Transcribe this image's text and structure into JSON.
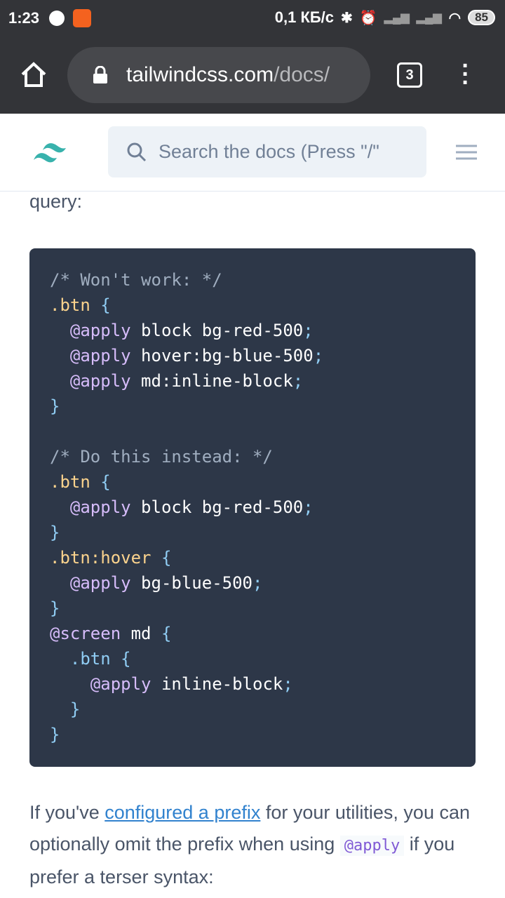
{
  "status_bar": {
    "time": "1:23",
    "network_speed": "0,1 КБ/с",
    "battery": "85"
  },
  "browser": {
    "url_host": "tailwindcss.com",
    "url_path": "/docs/",
    "tab_count": "3"
  },
  "header": {
    "search_placeholder": "Search the docs (Press \"/\""
  },
  "content": {
    "fragment": "query:",
    "code_lines": [
      [
        {
          "t": "/* Won't work: */",
          "c": "comment"
        }
      ],
      [
        {
          "t": ".btn ",
          "c": "sel"
        },
        {
          "t": "{",
          "c": "brace"
        }
      ],
      [
        {
          "t": "  @apply",
          "c": "at"
        },
        {
          "t": " block bg-red-500",
          "c": "val"
        },
        {
          "t": ";",
          "c": "punc"
        }
      ],
      [
        {
          "t": "  @apply",
          "c": "at"
        },
        {
          "t": " hover:bg-blue-500",
          "c": "val"
        },
        {
          "t": ";",
          "c": "punc"
        }
      ],
      [
        {
          "t": "  @apply",
          "c": "at"
        },
        {
          "t": " md:inline-block",
          "c": "val"
        },
        {
          "t": ";",
          "c": "punc"
        }
      ],
      [
        {
          "t": "}",
          "c": "brace"
        }
      ],
      [
        {
          "t": "",
          "c": "val"
        }
      ],
      [
        {
          "t": "/* Do this instead: */",
          "c": "comment"
        }
      ],
      [
        {
          "t": ".btn ",
          "c": "sel"
        },
        {
          "t": "{",
          "c": "brace"
        }
      ],
      [
        {
          "t": "  @apply",
          "c": "at"
        },
        {
          "t": " block bg-red-500",
          "c": "val"
        },
        {
          "t": ";",
          "c": "punc"
        }
      ],
      [
        {
          "t": "}",
          "c": "brace"
        }
      ],
      [
        {
          "t": ".btn:hover ",
          "c": "sel"
        },
        {
          "t": "{",
          "c": "brace"
        }
      ],
      [
        {
          "t": "  @apply",
          "c": "at"
        },
        {
          "t": " bg-blue-500",
          "c": "val"
        },
        {
          "t": ";",
          "c": "punc"
        }
      ],
      [
        {
          "t": "}",
          "c": "brace"
        }
      ],
      [
        {
          "t": "@screen",
          "c": "at"
        },
        {
          "t": " md ",
          "c": "val"
        },
        {
          "t": "{",
          "c": "brace"
        }
      ],
      [
        {
          "t": "  .btn ",
          "c": "brace"
        },
        {
          "t": "{",
          "c": "brace"
        }
      ],
      [
        {
          "t": "    @apply",
          "c": "at"
        },
        {
          "t": " inline-block",
          "c": "val"
        },
        {
          "t": ";",
          "c": "punc"
        }
      ],
      [
        {
          "t": "  }",
          "c": "brace"
        }
      ],
      [
        {
          "t": "}",
          "c": "brace"
        }
      ]
    ],
    "para_before": "If you've ",
    "para_link": "configured a prefix",
    "para_after": " for your utilities, you can optionally omit the prefix when using ",
    "para_code": "@apply",
    "para_end": " if you prefer a terser syntax:"
  }
}
